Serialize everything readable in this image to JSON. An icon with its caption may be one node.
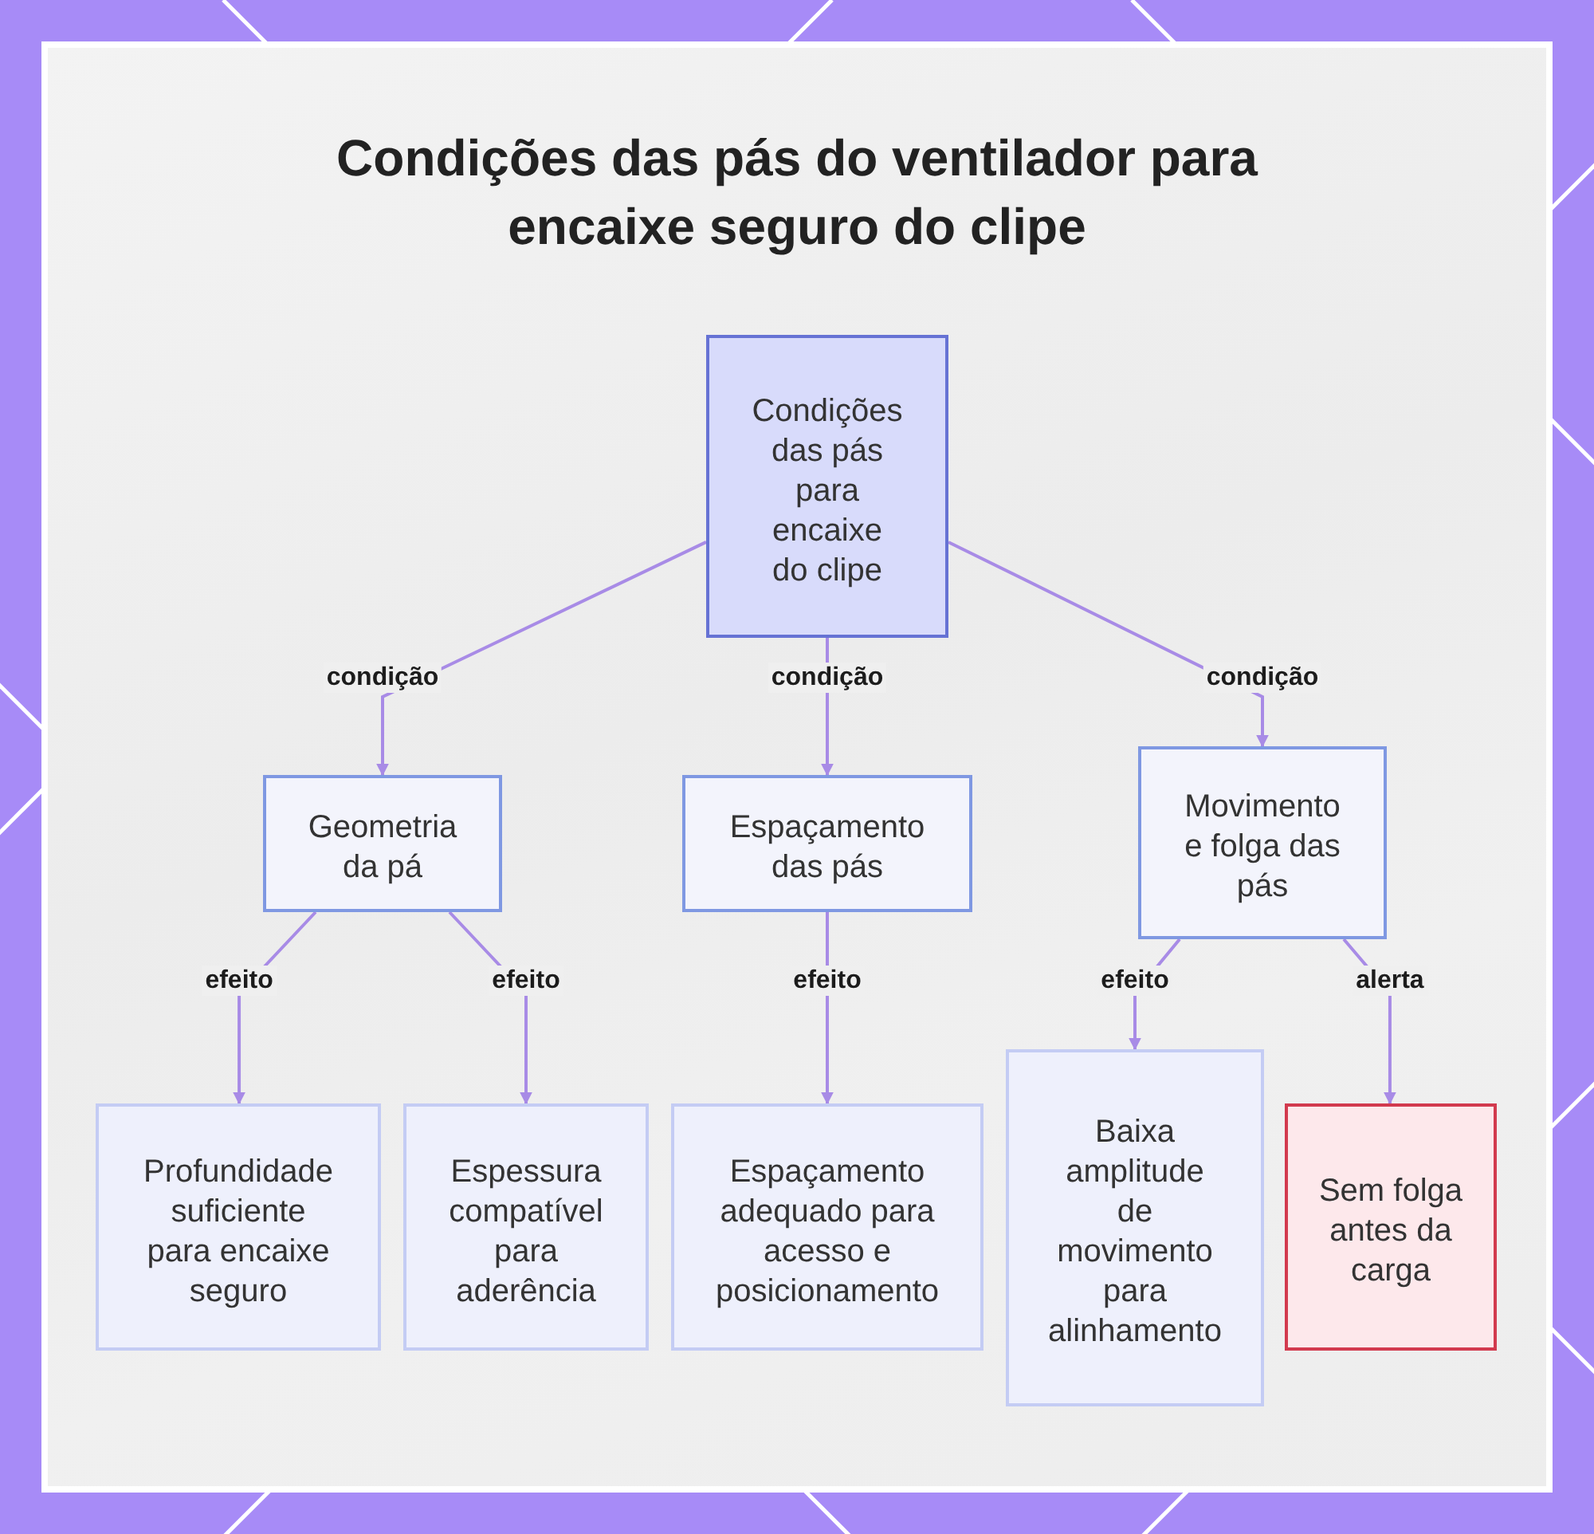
{
  "diagram": {
    "title": "Condições das pás do ventilador para encaixe seguro do clipe",
    "nodes": [
      {
        "text": [
          "Condições das pás para encaixe do clipe"
        ]
      },
      {
        "text": [
          "Geometria da pá"
        ]
      },
      {
        "text": [
          "Espaçamento das pás"
        ]
      },
      {
        "text": [
          "Movimento e folga das pás"
        ]
      },
      {
        "text": [
          "Profundidade suficiente para encaixe seguro"
        ]
      },
      {
        "text": [
          "Espessura compatível para aderência"
        ]
      },
      {
        "text": [
          "Espaçamento adequado para acesso e posicionamento"
        ]
      },
      {
        "text": [
          "Baixa amplitude de movimento para alinhamento"
        ]
      },
      {
        "text": [
          "Sem folga antes da carga"
        ]
      }
    ],
    "edges": [
      {
        "from": 0,
        "to": 1,
        "arrow": "to",
        "label": "condição"
      },
      {
        "from": 0,
        "to": 2,
        "arrow": "to",
        "label": "condição"
      },
      {
        "from": 0,
        "to": 3,
        "arrow": "to",
        "label": "condição"
      },
      {
        "from": 1,
        "to": 4,
        "arrow": "to",
        "label": "efeito"
      },
      {
        "from": 1,
        "to": 5,
        "arrow": "to",
        "label": "efeito"
      },
      {
        "from": 2,
        "to": 6,
        "arrow": "to",
        "label": "efeito"
      },
      {
        "from": 3,
        "to": 7,
        "arrow": "to",
        "label": "efeito"
      },
      {
        "from": 3,
        "to": 8,
        "arrow": "to",
        "label": "alerta"
      }
    ]
  }
}
